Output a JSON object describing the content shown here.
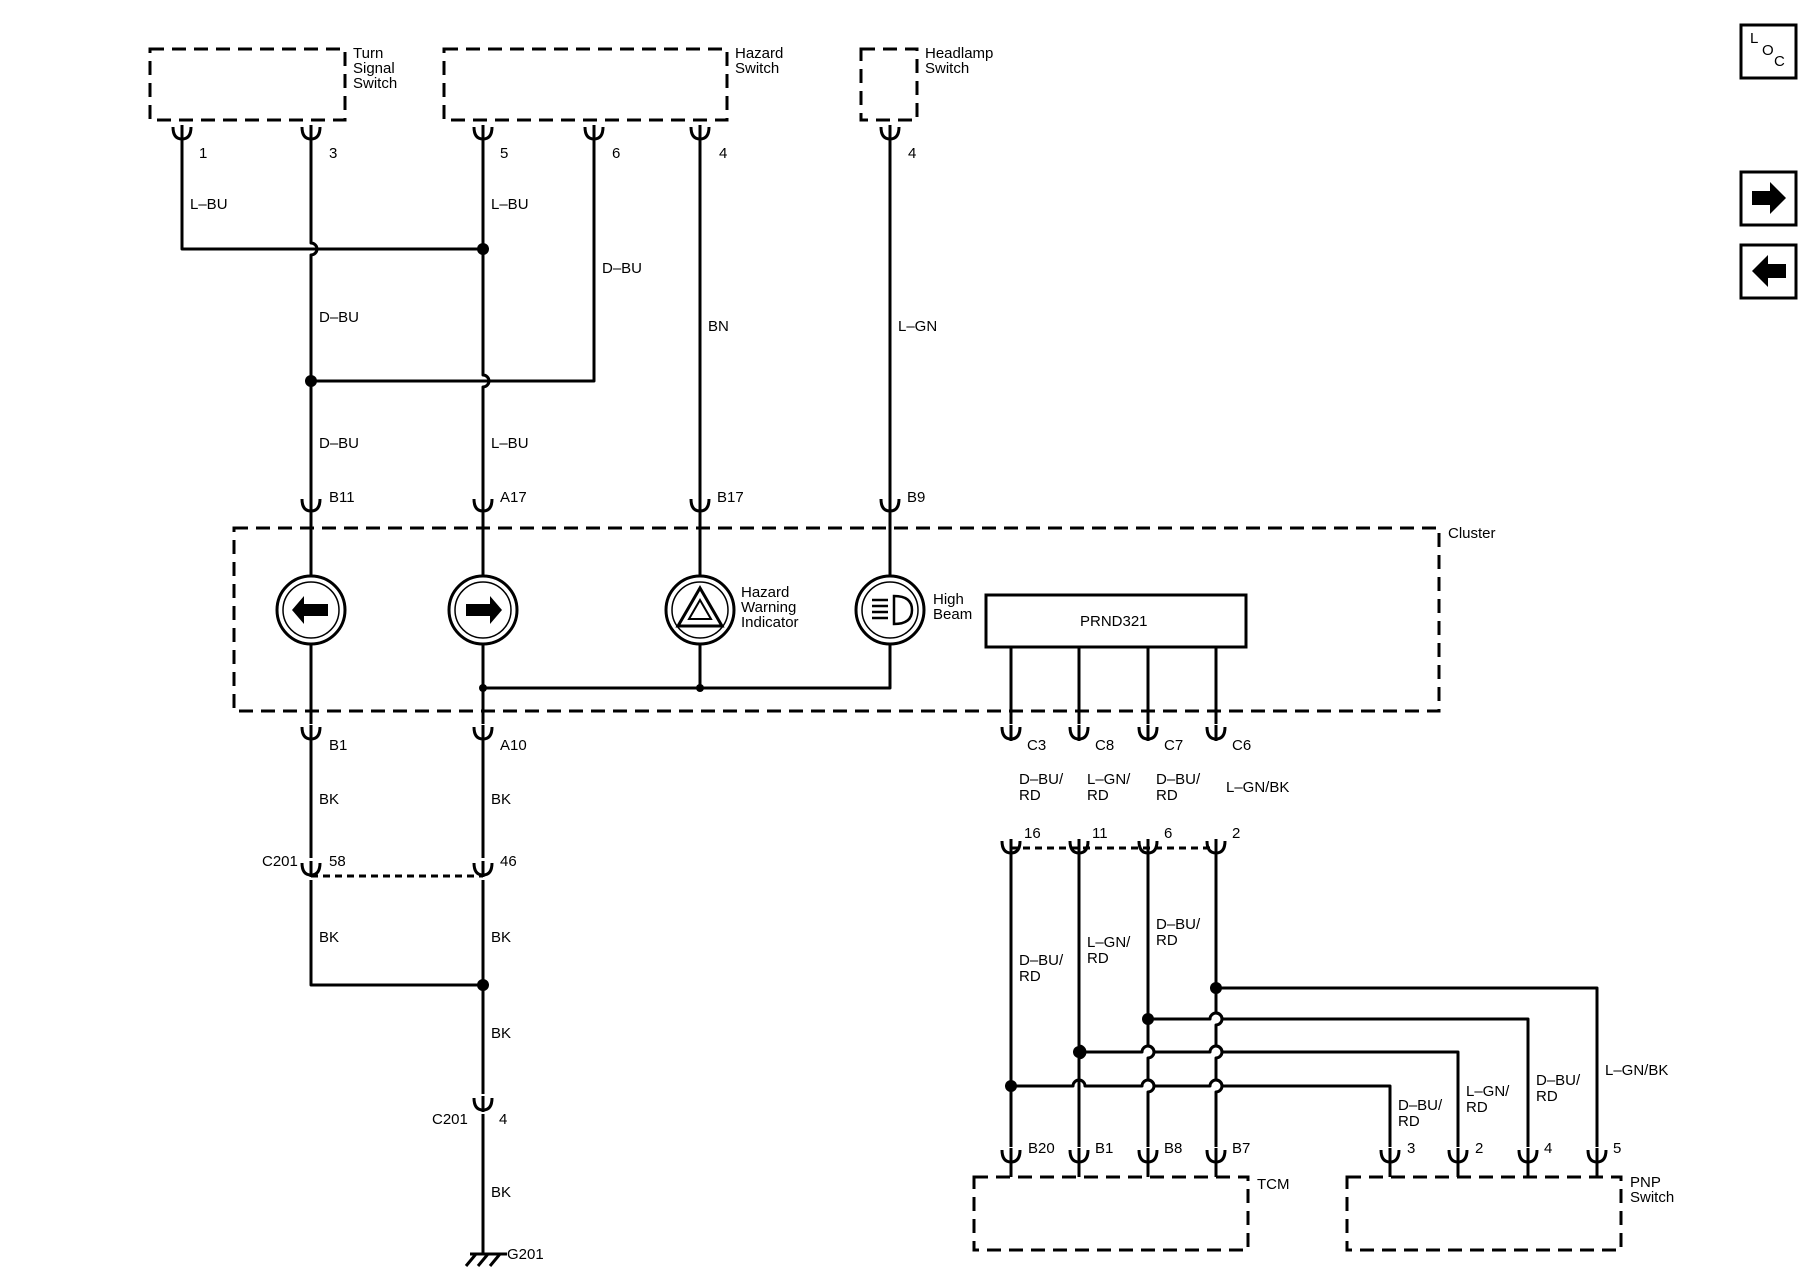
{
  "components": {
    "turn_signal_switch": "Turn\nSignal\nSwitch",
    "hazard_switch": "Hazard\nSwitch",
    "headlamp_switch": "Headlamp\nSwitch",
    "cluster": "Cluster",
    "hazard_warning_indicator": "Hazard\nWarning\nIndicator",
    "high_beam": "High\nBeam",
    "prnd321": "PRND321",
    "tcm": "TCM",
    "pnp_switch": "PNP\nSwitch",
    "ground": "G201"
  },
  "connectors": {
    "c201_top": "C201",
    "c201_bottom": "C201"
  },
  "pins": {
    "ts1": "1",
    "ts3": "3",
    "hz5": "5",
    "hz6": "6",
    "hz4": "4",
    "hl4": "4",
    "b11": "B11",
    "a17": "A17",
    "b17": "B17",
    "b9": "B9",
    "b1": "B1",
    "a10": "A10",
    "c201_58": "58",
    "c201_46": "46",
    "c201_4": "4",
    "c3": "C3",
    "c8": "C8",
    "c7": "C7",
    "c6": "C6",
    "p16": "16",
    "p11": "11",
    "p6": "6",
    "p2": "2",
    "tcm_b20": "B20",
    "tcm_b1": "B1",
    "tcm_b8": "B8",
    "tcm_b7": "B7",
    "pnp3": "3",
    "pnp2": "2",
    "pnp4": "4",
    "pnp5": "5"
  },
  "wires": {
    "lbu_top_left": "L–BU",
    "lbu_top_mid": "L–BU",
    "dbu_right": "D–BU",
    "dbu_mid": "D–BU",
    "bn": "BN",
    "lgn": "L–GN",
    "dbu_low": "D–BU",
    "lbu_low": "L–BU",
    "bk_1": "BK",
    "bk_2": "BK",
    "bk_3": "BK",
    "bk_4": "BK",
    "bk_5": "BK",
    "bk_6": "BK",
    "c3_wire": "D–BU/\nRD",
    "c8_wire": "L–GN/\nRD",
    "c7_wire": "D–BU/\nRD",
    "c6_wire": "L–GN/BK",
    "w16": "D–BU/\nRD",
    "w11": "L–GN/\nRD",
    "w6": "D–BU/\nRD",
    "pnp3_wire": "D–BU/\nRD",
    "pnp2_wire": "L–GN/\nRD",
    "pnp4_wire": "D–BU/\nRD",
    "pnp5_wire": "L–GN/BK"
  },
  "nav": {
    "loc": [
      "L",
      "O",
      "C"
    ],
    "forward": "forward-arrow",
    "back": "back-arrow"
  }
}
